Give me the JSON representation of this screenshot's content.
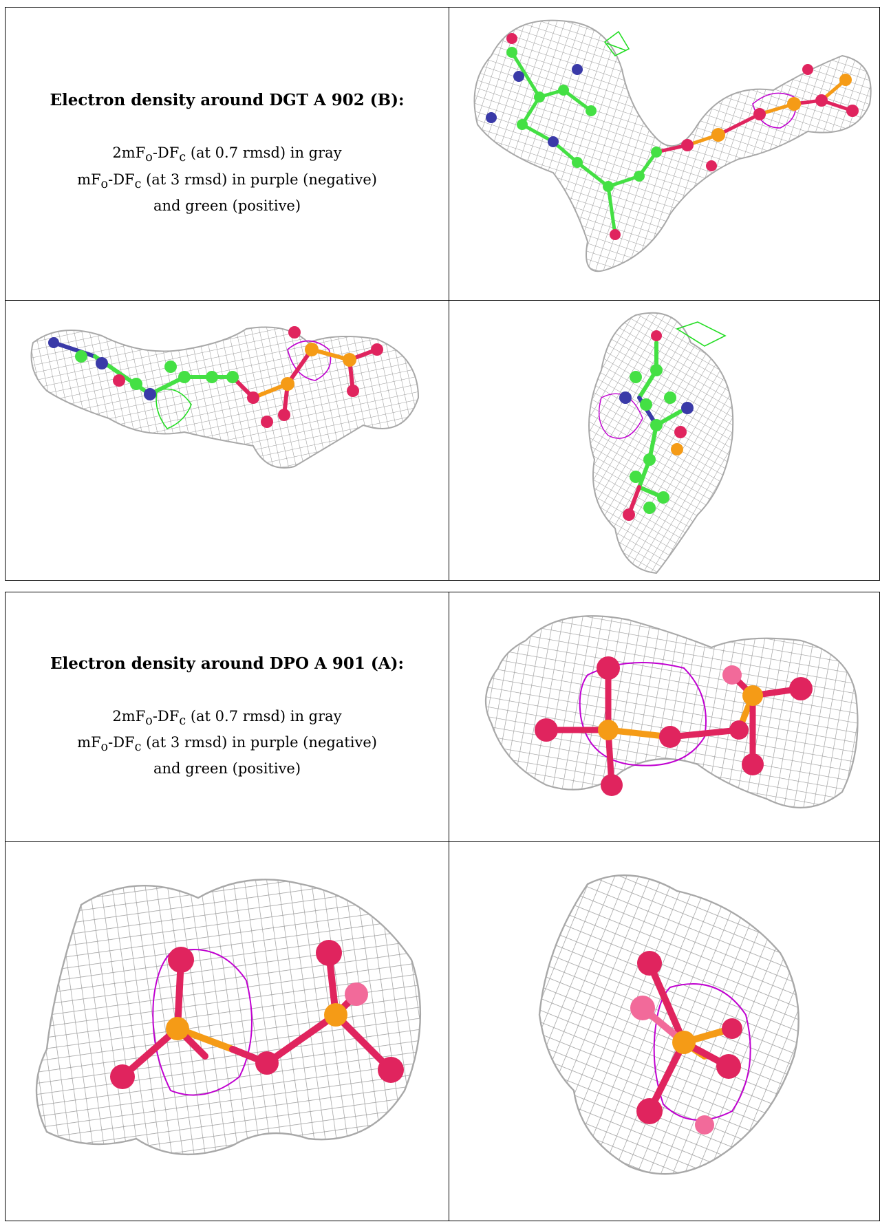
{
  "panels": [
    {
      "heading": "Electron density around DGT A 902 (B):",
      "lines": [
        {
          "a": "2mF",
          "sub1": "o",
          "b": "-DF",
          "sub2": "c",
          "c": " (at 0.7 rmsd) in gray"
        },
        {
          "a": "mF",
          "sub1": "o",
          "b": "-DF",
          "sub2": "c",
          "c": " (at 3 rmsd) in purple (negative)"
        }
      ],
      "last_line": "and green (positive)",
      "images": [
        {
          "name": "DGT top-right view",
          "icon": "electron-density-mesh"
        },
        {
          "name": "DGT bottom-left view",
          "icon": "electron-density-mesh"
        },
        {
          "name": "DGT bottom-right view",
          "icon": "electron-density-mesh"
        }
      ]
    },
    {
      "heading": "Electron density around DPO A 901 (A):",
      "lines": [
        {
          "a": "2mF",
          "sub1": "o",
          "b": "-DF",
          "sub2": "c",
          "c": " (at 0.7 rmsd) in gray"
        },
        {
          "a": "mF",
          "sub1": "o",
          "b": "-DF",
          "sub2": "c",
          "c": " (at 3 rmsd) in purple (negative)"
        }
      ],
      "last_line": "and green (positive)",
      "images": [
        {
          "name": "DPO top-right view",
          "icon": "electron-density-mesh"
        },
        {
          "name": "DPO bottom-left view",
          "icon": "electron-density-mesh"
        },
        {
          "name": "DPO bottom-right view",
          "icon": "electron-density-mesh"
        }
      ]
    }
  ],
  "colors": {
    "mesh_gray": "#9a9a9a",
    "negative_purple": "#c000d0",
    "positive_green": "#22dd22",
    "carbon_green": "#44e044",
    "nitrogen_blue": "#3a3aa8",
    "oxygen_red": "#e0245e",
    "phosphorus_orange": "#f59b16"
  }
}
